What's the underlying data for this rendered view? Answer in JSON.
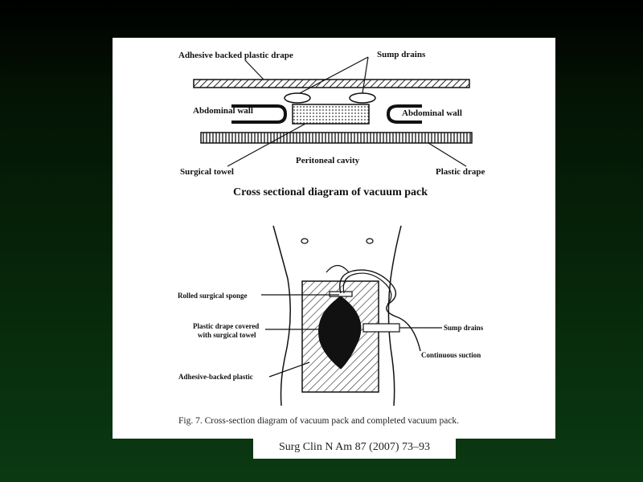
{
  "slide": {
    "citation": "Surg Clin N Am 87 (2007) 73–93"
  },
  "figure": {
    "top_diagram": {
      "title": "Cross sectional diagram of vacuum pack",
      "labels": {
        "adhesive_drape": "Adhesive backed plastic drape",
        "sump_drains": "Sump drains",
        "abdominal_wall_left": "Abdominal wall",
        "abdominal_wall_right": "Abdominal wall",
        "surgical_towel": "Surgical towel",
        "peritoneal_cavity": "Peritoneal cavity",
        "plastic_drape": "Plastic drape"
      }
    },
    "bottom_diagram": {
      "labels": {
        "rolled_sponge": "Rolled surgical sponge",
        "plastic_drape_line1": "Plastic drape covered",
        "plastic_drape_line2": "with surgical towel",
        "adhesive_plastic": "Adhesive-backed plastic",
        "sump_drains": "Sump drains",
        "continuous_suction": "Continuous suction"
      }
    },
    "caption": "Fig. 7.  Cross-section diagram of vacuum pack and completed vacuum pack."
  }
}
